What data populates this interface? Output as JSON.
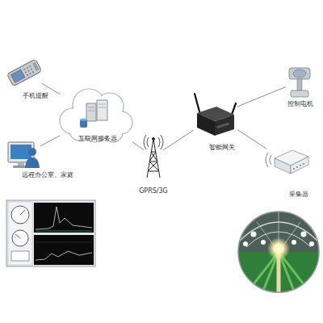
{
  "diagram": {
    "nodes": [
      {
        "text": [
          "手机提醒"
        ]
      },
      {
        "text": [
          "远程办公室、家庭"
        ]
      },
      {
        "text": [
          "互联网服务器"
        ]
      },
      {
        "text": [
          "GPRS/3G"
        ]
      },
      {
        "text": [
          "智能网关"
        ]
      },
      {
        "text": [
          "控制电机"
        ]
      },
      {
        "text": [
          "采集器"
        ]
      }
    ],
    "edges": [
      {
        "from": 0,
        "to": 2,
        "arrow": "none"
      },
      {
        "from": 1,
        "to": 2,
        "arrow": "none"
      },
      {
        "from": 2,
        "to": 3,
        "arrow": "none"
      },
      {
        "from": 3,
        "to": 4,
        "arrow": "none"
      },
      {
        "from": 4,
        "to": 5,
        "arrow": "none"
      },
      {
        "from": 4,
        "to": 6,
        "arrow": "none"
      }
    ]
  }
}
